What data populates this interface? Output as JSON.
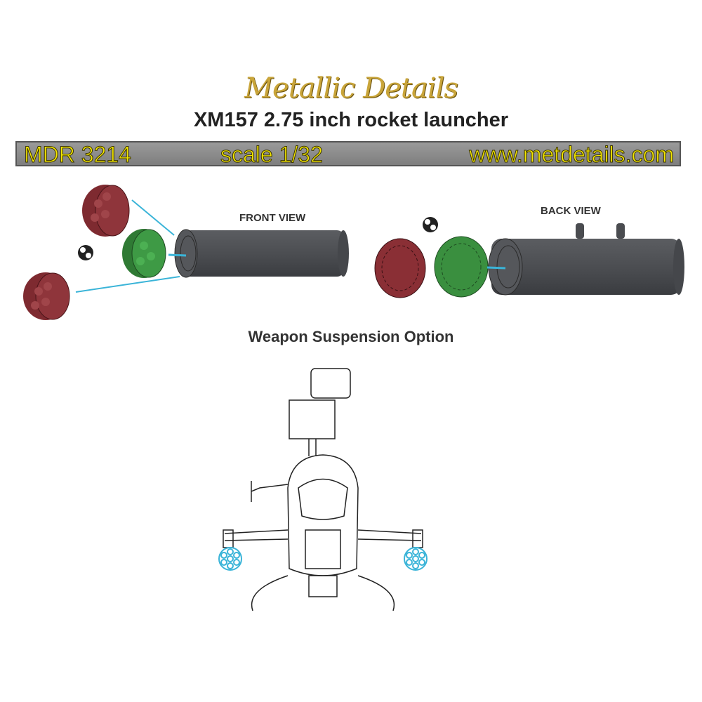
{
  "brand_logo": "Metallic Details",
  "title": "XM157 2.75 inch rocket launcher",
  "banner": {
    "product_code": "MDR 3214",
    "scale": "scale 1/32",
    "website": "www.metdetails.com"
  },
  "views": {
    "front_label": "FRONT VIEW",
    "back_label": "BACK VIEW"
  },
  "section_title": "Weapon Suspension Option",
  "colors": {
    "banner_text": "#f3e600",
    "banner_bg": "#8a8a8a",
    "rocket_cap_red": "#8a2f35",
    "cap_green": "#3a8f3f",
    "launcher_gray": "#4a4c50",
    "callout_line": "#3ab4d8",
    "launcher_highlight": "#4fc3e8"
  }
}
